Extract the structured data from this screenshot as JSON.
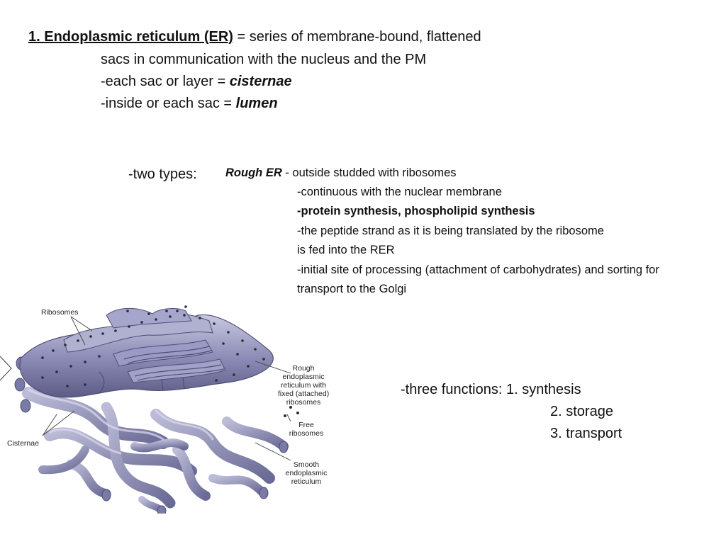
{
  "heading": {
    "term": "1. Endoplasmic reticulum (ER)",
    "definition_line1": " = series of membrane-bound, flattened",
    "definition_line2": "sacs in communication with the nucleus and the PM",
    "cisternae_prefix": "-each sac or layer = ",
    "cisternae_term": "cisternae",
    "lumen_prefix": "-inside or each sac = ",
    "lumen_term": "lumen"
  },
  "types": {
    "label": "-two types:",
    "rough_er_term": "Rough ER",
    "rough_er_desc": " - outside studded with ribosomes",
    "bullets": [
      "-continuous with the nuclear membrane",
      "-protein synthesis, phospholipid synthesis",
      "-the peptide strand as it is being translated by the ribosome",
      "is fed into the RER",
      "-initial site of processing (attachment of carbohydrates) and sorting for",
      "transport to the Golgi"
    ]
  },
  "functions": {
    "label": "-three functions: 1. synthesis",
    "item2": "2. storage",
    "item3": "3. transport"
  },
  "diagram": {
    "label_ribosomes": "Ribosomes",
    "label_cisternae": "Cisternae",
    "label_rough_1": "Rough",
    "label_rough_2": "endoplasmic",
    "label_rough_3": "reticulum with",
    "label_rough_4": "fixed (attached)",
    "label_rough_5": "ribosomes",
    "label_free_1": "Free",
    "label_free_2": "ribosomes",
    "label_smooth_1": "Smooth",
    "label_smooth_2": "endoplasmic",
    "label_smooth_3": "reticulum",
    "colors": {
      "membrane": "#8e8eb8",
      "membrane_dark": "#5c5c86",
      "membrane_light": "#c4c4de",
      "ribosome": "#2a2a3a"
    }
  }
}
